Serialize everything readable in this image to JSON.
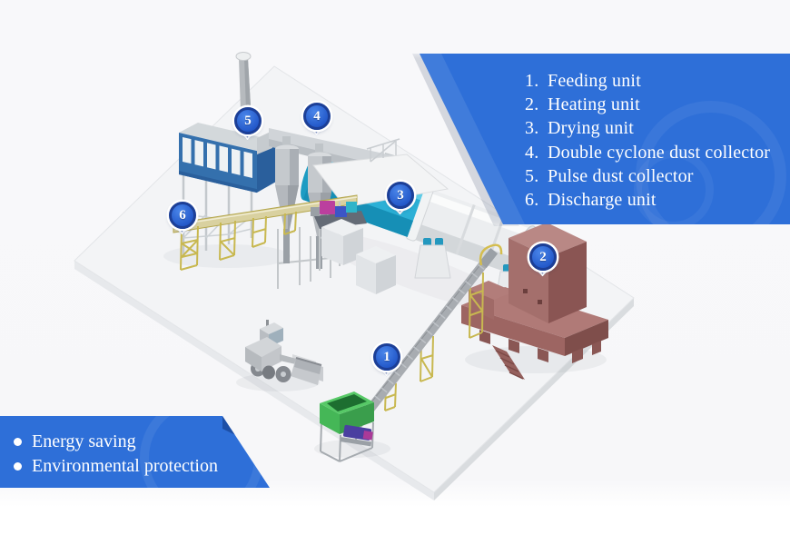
{
  "legend": {
    "items": [
      {
        "number": "1.",
        "label": "Feeding unit"
      },
      {
        "number": "2.",
        "label": "Heating unit"
      },
      {
        "number": "3.",
        "label": "Drying unit"
      },
      {
        "number": "4.",
        "label": "Double cyclone dust collector"
      },
      {
        "number": "5.",
        "label": "Pulse dust collector"
      },
      {
        "number": "6.",
        "label": "Discharge unit"
      }
    ]
  },
  "features": {
    "items": [
      {
        "label": "Energy saving"
      },
      {
        "label": "Environmental protection"
      }
    ]
  },
  "markers": [
    {
      "number": "1"
    },
    {
      "number": "2"
    },
    {
      "number": "3"
    },
    {
      "number": "4"
    },
    {
      "number": "5"
    },
    {
      "number": "6"
    }
  ],
  "colors": {
    "panel_blue": "#2e6fd8",
    "panel_fold_blue": "#1d4fa6",
    "marker_ring_navy": "#1c3f97",
    "marker_fill_blue": "#2d6ce0",
    "drum_teal": "#2cb0d6",
    "drum_white": "#eceef0",
    "heating_unit_mauve": "#a46f6c",
    "truss_yellow": "#c8b850",
    "hopper_green": "#45b757",
    "text_white": "#ffffff"
  }
}
